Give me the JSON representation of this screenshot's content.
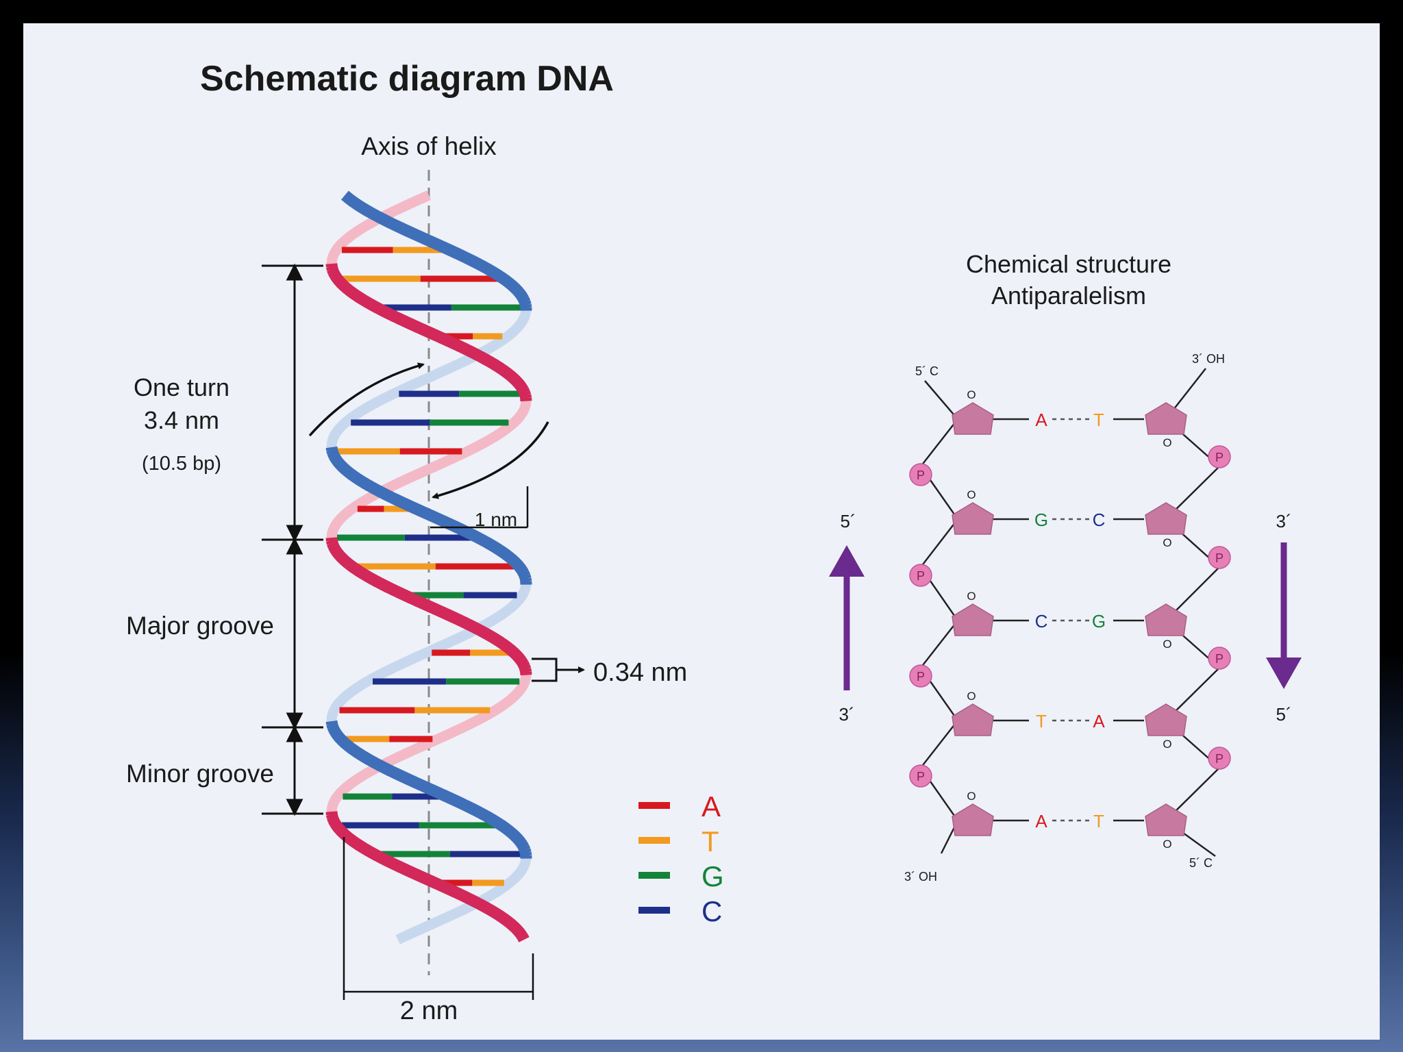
{
  "title": "Schematic diagram DNA",
  "helix": {
    "axis_label": "Axis of helix",
    "one_turn_label": "One turn",
    "one_turn_value": "3.4 nm",
    "one_turn_bp": "(10.5 bp)",
    "major_groove": "Major groove",
    "minor_groove": "Minor groove",
    "width_label": "1 nm",
    "rise_label": "0.34 nm",
    "diameter_label": "2 nm"
  },
  "legend": [
    {
      "base": "A",
      "color": "#d7191f"
    },
    {
      "base": "T",
      "color": "#f29a1f"
    },
    {
      "base": "G",
      "color": "#13833a"
    },
    {
      "base": "C",
      "color": "#1e2f8a"
    }
  ],
  "chemical": {
    "title_line1": "Chemical structure",
    "title_line2": "Antiparalelism",
    "top_left_end": "5´ C",
    "top_right_end": "3´ OH",
    "bottom_left_end": "3´ OH",
    "bottom_right_end": "5´ C",
    "left_arrow_top": "5´",
    "left_arrow_bottom": "3´",
    "right_arrow_top": "3´",
    "right_arrow_bottom": "5´",
    "phosphate": "P",
    "oxygen": "O",
    "pairs": [
      {
        "left": "A",
        "right": "T"
      },
      {
        "left": "G",
        "right": "C"
      },
      {
        "left": "C",
        "right": "G"
      },
      {
        "left": "T",
        "right": "A"
      },
      {
        "left": "A",
        "right": "T"
      }
    ]
  },
  "colors": {
    "strand_red": "#d2285a",
    "strand_blue": "#3f6fb8",
    "sugar": "#c7799f",
    "phosphate": "#e57fb6",
    "arrow_purple": "#6a2a8e",
    "slide_bg": "#eef1f8"
  }
}
